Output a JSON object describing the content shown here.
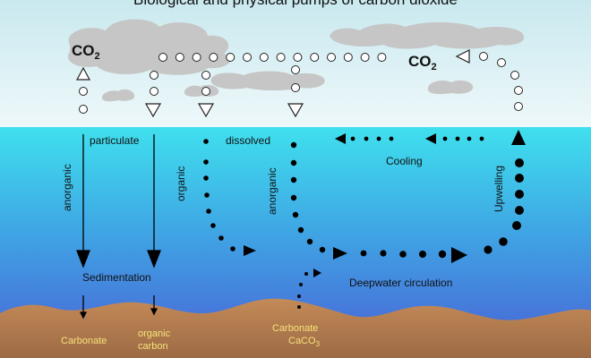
{
  "title": "Biological and physical pumps of carbon dioxide",
  "co2_left": {
    "main": "CO",
    "sub": "2"
  },
  "co2_right": {
    "main": "CO",
    "sub": "2"
  },
  "labels": {
    "particulate": "particulate",
    "dissolved": "dissolved",
    "cooling": "Cooling",
    "anorganic_left": "anorganic",
    "organic": "organic",
    "anorganic_mid": "anorganic",
    "upwelling": "Upwelling",
    "sedimentation": "Sedimentation",
    "deepwater": "Deepwater circulation"
  },
  "seabed": {
    "carbonate_left": "Carbonate",
    "organic_carbon_line1": "organic",
    "organic_carbon_line2": "carbon",
    "carbonate_mid": "Carbonate",
    "caco3": {
      "main": "CaCO",
      "sub": "3"
    }
  },
  "colors": {
    "sky_top": "#c9e9ef",
    "sky_bottom": "#eef8fa",
    "sea_top": "#3fe0ee",
    "sea_bottom": "#4a63d8",
    "cloud": "#c8c8c8",
    "seabed": "#b97f4f",
    "seabed_label": "#f6e27a"
  }
}
